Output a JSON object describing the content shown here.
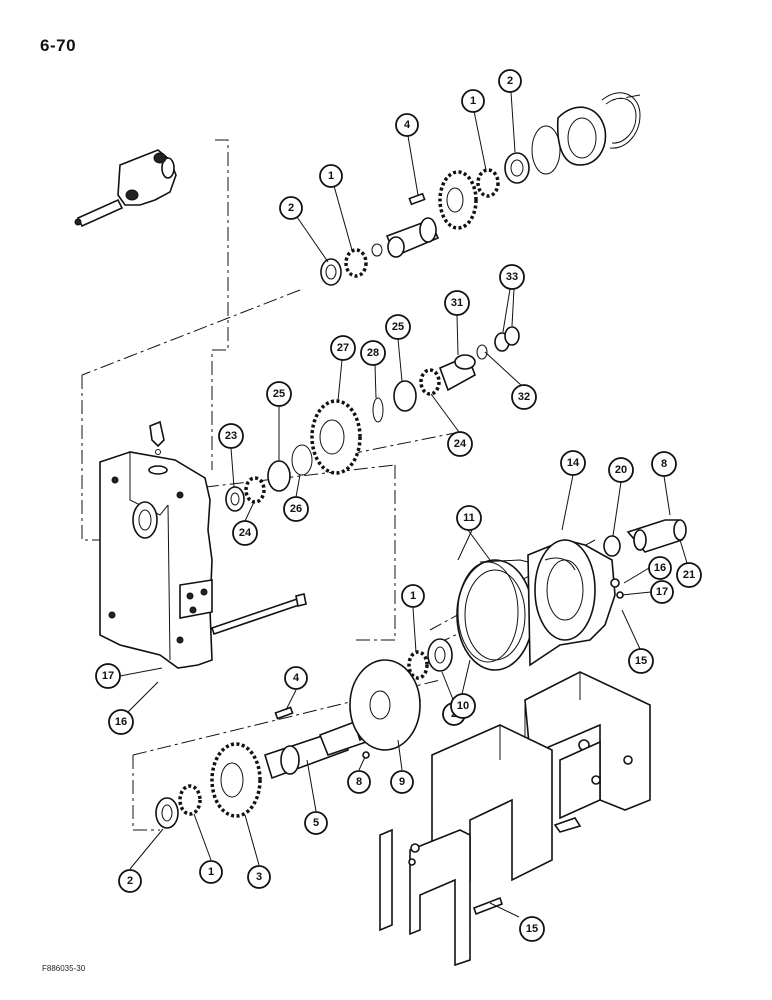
{
  "page": {
    "number": "6-70",
    "figure_code": "F886035-30"
  },
  "callouts": [
    {
      "id": "c1",
      "label": "2"
    },
    {
      "id": "c2",
      "label": "1"
    },
    {
      "id": "c3",
      "label": "4"
    },
    {
      "id": "c4",
      "label": "1"
    },
    {
      "id": "c5",
      "label": "2"
    },
    {
      "id": "c6",
      "label": "27"
    },
    {
      "id": "c7",
      "label": "28"
    },
    {
      "id": "c8",
      "label": "25"
    },
    {
      "id": "c9",
      "label": "31"
    },
    {
      "id": "c10",
      "label": "33"
    },
    {
      "id": "c11",
      "label": "32"
    },
    {
      "id": "c12",
      "label": "24"
    },
    {
      "id": "c13",
      "label": "25"
    },
    {
      "id": "c14",
      "label": "23"
    },
    {
      "id": "c15",
      "label": "24"
    },
    {
      "id": "c16",
      "label": "26"
    },
    {
      "id": "c17",
      "label": "14"
    },
    {
      "id": "c18",
      "label": "20"
    },
    {
      "id": "c19",
      "label": "8"
    },
    {
      "id": "c20",
      "label": "11"
    },
    {
      "id": "c21",
      "label": "16"
    },
    {
      "id": "c22",
      "label": "17"
    },
    {
      "id": "c23",
      "label": "21"
    },
    {
      "id": "c24",
      "label": "15"
    },
    {
      "id": "c25",
      "label": "1"
    },
    {
      "id": "c26",
      "label": "17"
    },
    {
      "id": "c27",
      "label": "16"
    },
    {
      "id": "c28",
      "label": "4"
    },
    {
      "id": "c29",
      "label": "2"
    },
    {
      "id": "c30",
      "label": "10"
    },
    {
      "id": "c31",
      "label": "8"
    },
    {
      "id": "c32",
      "label": "9"
    },
    {
      "id": "c33",
      "label": "5"
    },
    {
      "id": "c34",
      "label": "2"
    },
    {
      "id": "c35",
      "label": "1"
    },
    {
      "id": "c36",
      "label": "3"
    },
    {
      "id": "c37",
      "label": "15"
    }
  ]
}
